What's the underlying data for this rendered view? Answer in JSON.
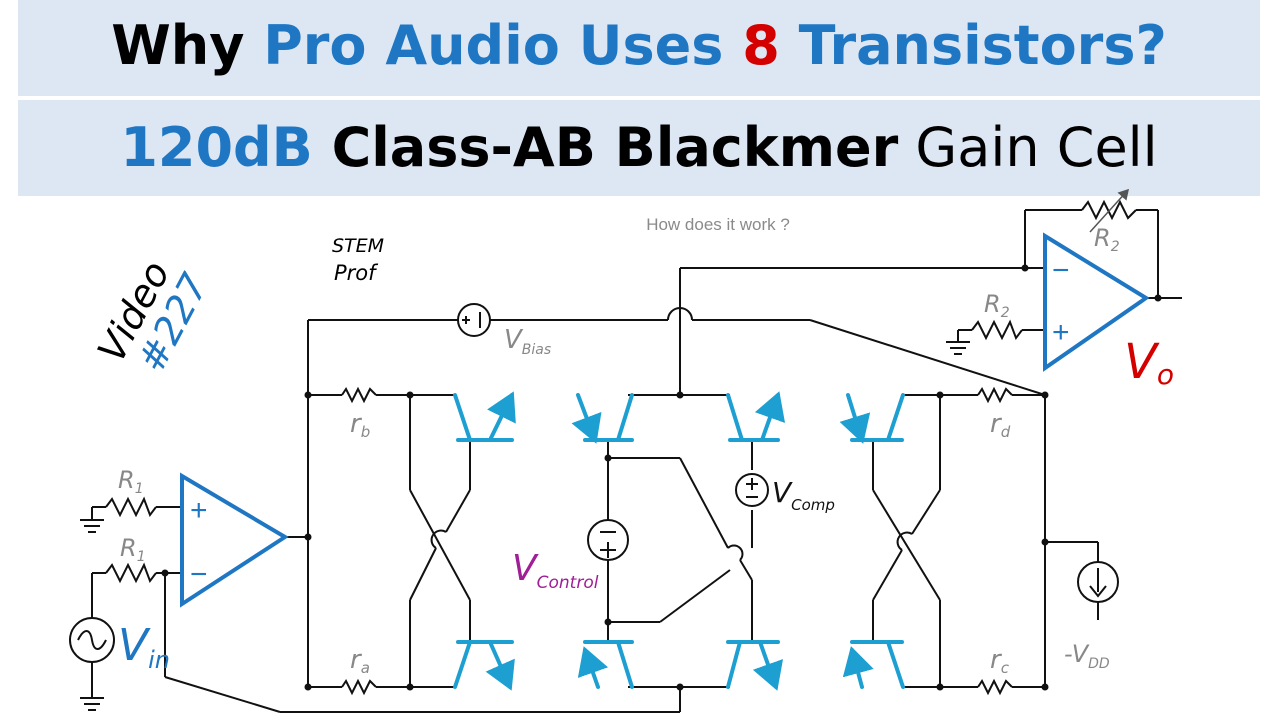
{
  "title": {
    "line1": {
      "p1": "Why ",
      "p2": "Pro Audio Uses ",
      "p3": "8",
      "p4": " Transistors?"
    },
    "line2": {
      "p1": "120dB",
      "p2": " Class-AB Blackmer",
      "p3": " Gain Cell"
    }
  },
  "caption": "How does it work ?",
  "brand": {
    "top": "STEM",
    "bottom": "Prof"
  },
  "video": {
    "label": "Video",
    "number": "#227"
  },
  "labels": {
    "r1_top": {
      "main": "R",
      "sub": "1"
    },
    "r1_bot": {
      "main": "R",
      "sub": "1"
    },
    "r2_fb": {
      "main": "R",
      "sub": "2"
    },
    "r2_in": {
      "main": "R",
      "sub": "2"
    },
    "rb": {
      "main": "r",
      "sub": "b"
    },
    "ra": {
      "main": "r",
      "sub": "a"
    },
    "rd": {
      "main": "r",
      "sub": "d"
    },
    "rc": {
      "main": "r",
      "sub": "c"
    },
    "vbias": {
      "main": "V",
      "sub": "Bias"
    },
    "vcomp": {
      "main": "V",
      "sub": "Comp"
    },
    "vcontrol": {
      "main": "V",
      "sub": "Control"
    },
    "vin": {
      "main": "V",
      "sub": "in"
    },
    "vo": {
      "main": "V",
      "sub": "o"
    },
    "vdd": {
      "main": "-V",
      "sub": "DD"
    },
    "plus": "+",
    "minus": "−"
  },
  "colors": {
    "accent": "#1f77c4",
    "transistor": "#1e9fd2",
    "red": "#d40000",
    "purple": "#a01e96",
    "gray": "#8a8a8a",
    "band": "#dde7f3"
  }
}
